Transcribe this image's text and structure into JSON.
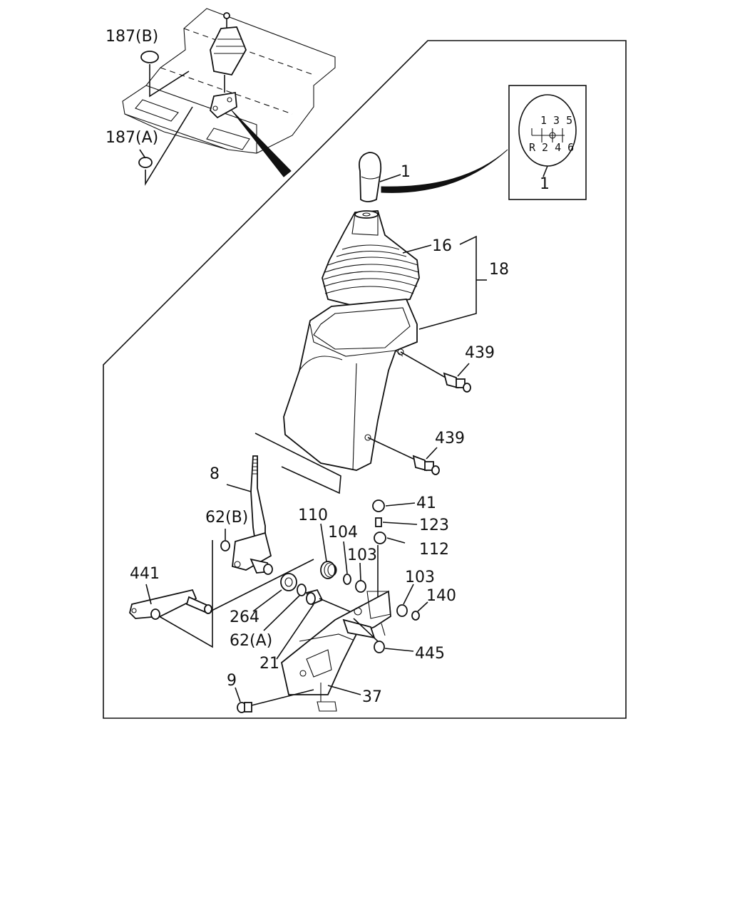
{
  "callouts": {
    "p1": "1",
    "p1_inset": "1",
    "p16": "16",
    "p18": "18",
    "p439_upper": "439",
    "p439_lower": "439",
    "p8": "8",
    "p41": "41",
    "p123": "123",
    "p112": "112",
    "p110": "110",
    "p104": "104",
    "p103_left": "103",
    "p103_right": "103",
    "p140": "140",
    "p62b": "62(B)",
    "p441": "441",
    "p264": "264",
    "p62a": "62(A)",
    "p21": "21",
    "p445": "445",
    "p9": "9",
    "p37": "37",
    "p187b": "187(B)",
    "p187a": "187(A)"
  },
  "shift_pattern": {
    "top_row": "1 3 5",
    "bottom_row": "R 2 4 6"
  }
}
